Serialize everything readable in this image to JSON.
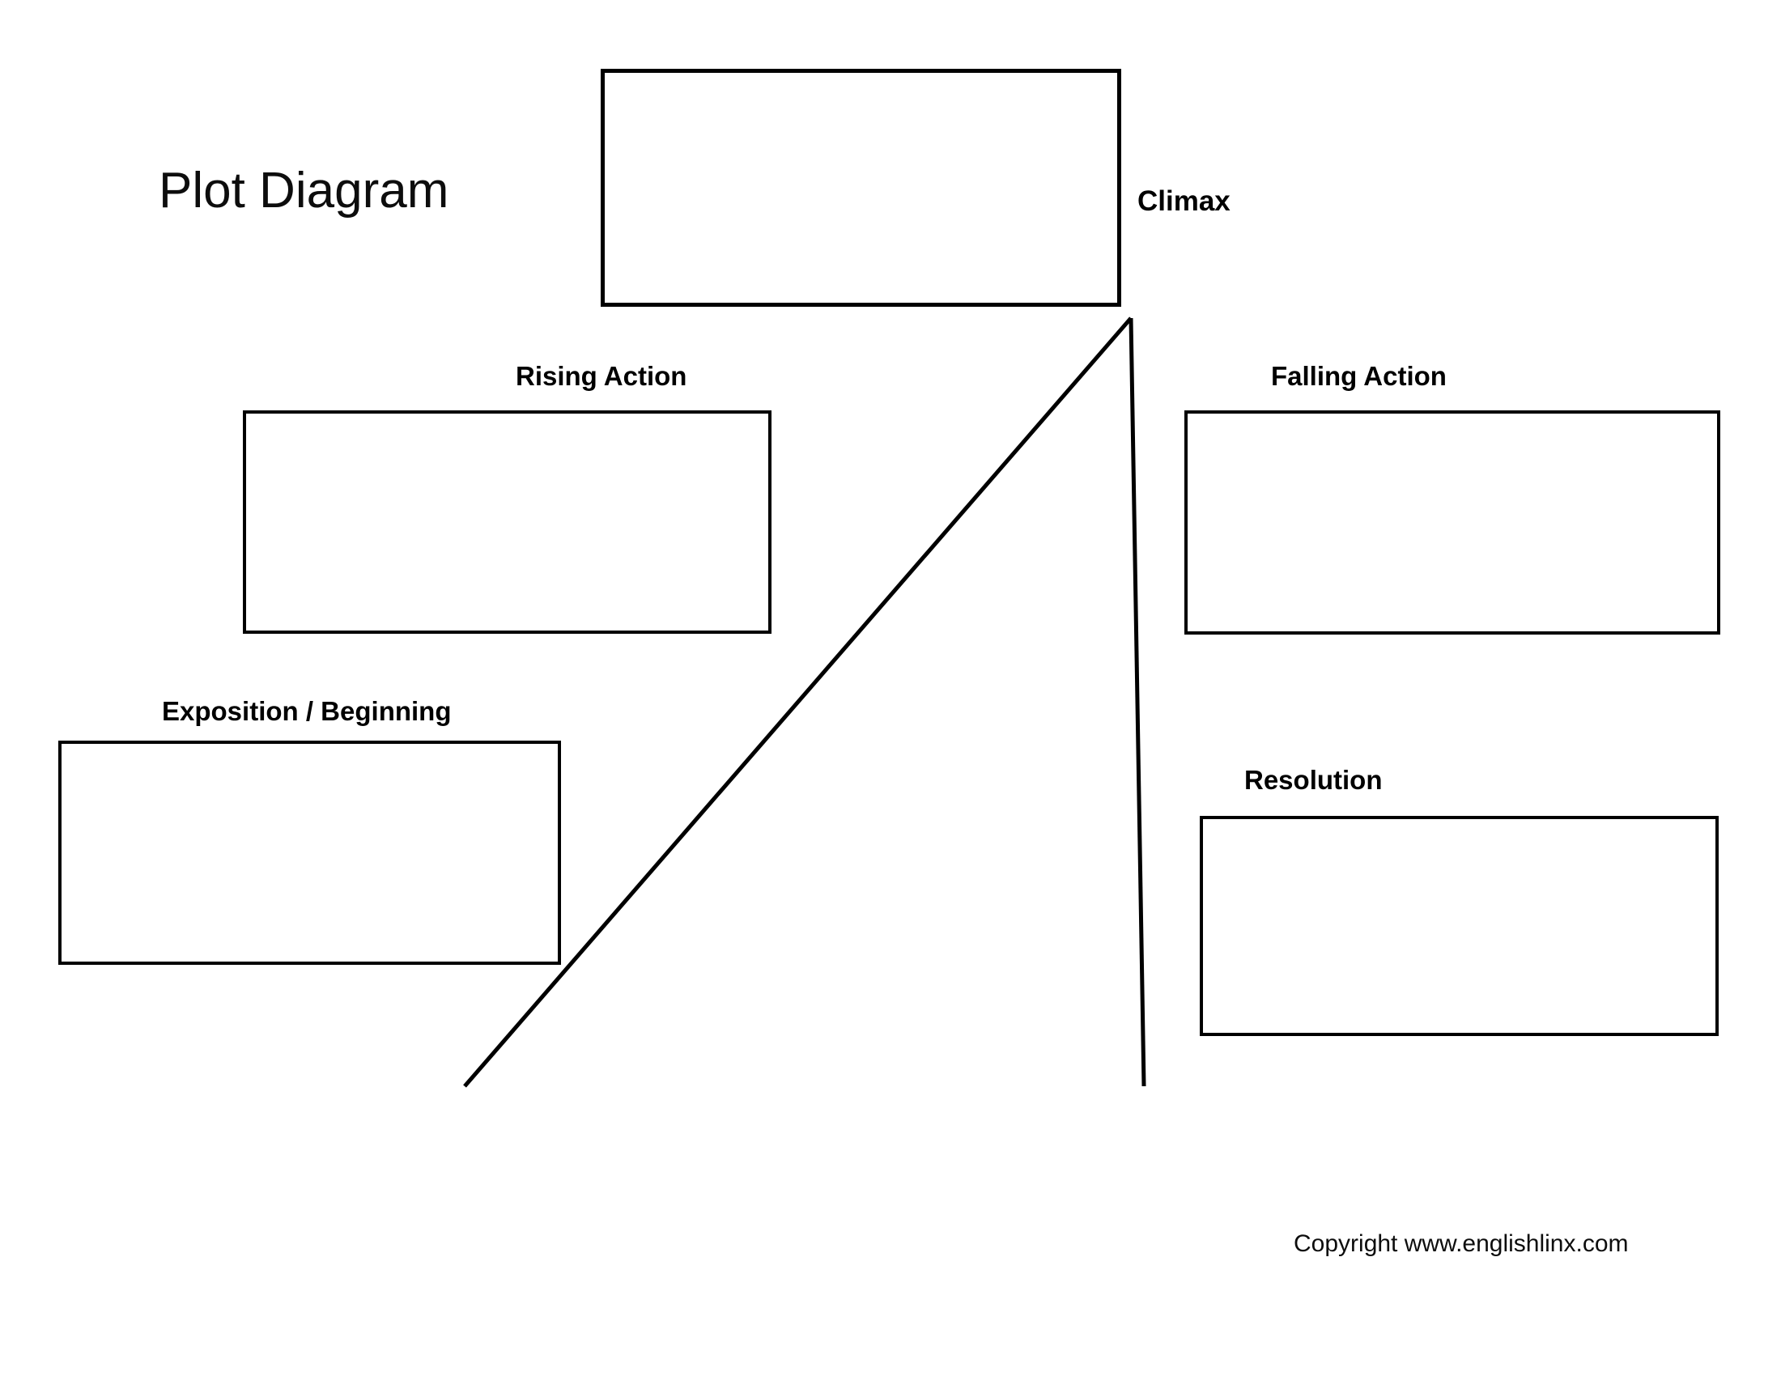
{
  "page": {
    "title": "Plot Diagram",
    "background_color": "#ffffff",
    "ink_color": "#000000"
  },
  "diagram": {
    "climax_label": "Climax",
    "rising_label": "Rising Action",
    "falling_label": "Falling Action",
    "exposition_label": "Exposition / Beginning",
    "resolution_label": "Resolution",
    "boxes": [
      {
        "name": "exposition-box",
        "label": "Exposition / Beginning",
        "content": ""
      },
      {
        "name": "rising-box",
        "label": "Rising Action",
        "content": ""
      },
      {
        "name": "climax-box",
        "label": "Climax",
        "content": ""
      },
      {
        "name": "falling-box",
        "label": "Falling Action",
        "content": ""
      },
      {
        "name": "resolution-box",
        "label": "Resolution",
        "content": ""
      }
    ]
  },
  "footer": {
    "copyright": "Copyright www.englishlinx.com"
  }
}
